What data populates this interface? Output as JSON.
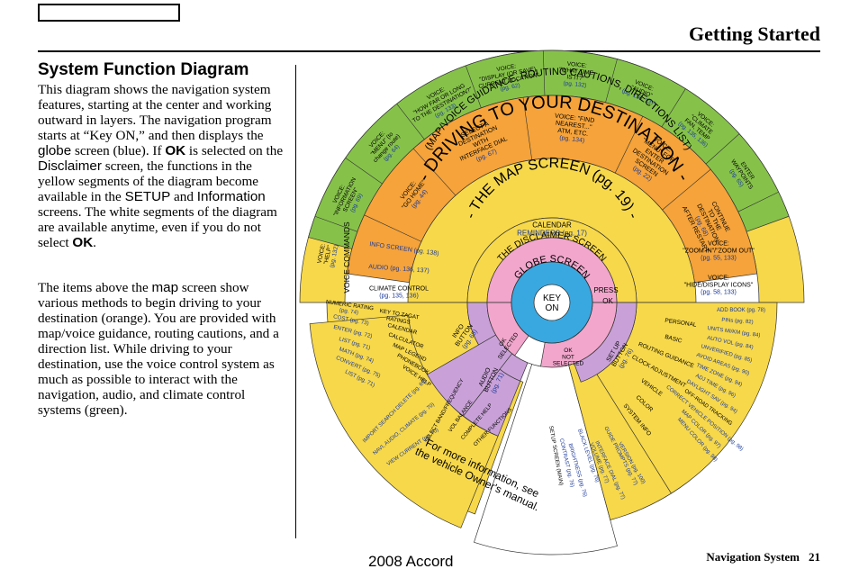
{
  "header": {
    "title": "Getting Started"
  },
  "section": {
    "heading": "System Function Diagram"
  },
  "p1": {
    "a": "This diagram shows the navigation system features, starting at the center and working outward in layers. The navigation program starts at “Key ON,” and then displays the ",
    "globe": "globe",
    "b": " screen (blue). If ",
    "ok": "OK",
    "c": " is selected on the ",
    "disclaimer": "Disclaimer",
    "d": " screen, the functions in the yellow segments of the diagram become available in the ",
    "setup": "SETUP",
    "e": " and ",
    "information": "Information",
    "f": " screens. The white segments of the diagram are available anytime, even if you do not select ",
    "ok2": "OK",
    "g": "."
  },
  "p2": {
    "a": "The items above the ",
    "map": "map",
    "b": " screen show various methods to begin driving to your destination (orange). You are provided with map/voice guidance, routing cautions, and a direction list. While driving to your destination, use the voice control system as much as possible to interact with the navigation, audio, and climate control systems (green)."
  },
  "diagram": {
    "center": [
      "KEY",
      "ON"
    ],
    "globe": "GLOBE SCREEN",
    "disclaimer": "THE DISCLAIMER SCREEN",
    "disclaimer_pg": "(pg. 17)",
    "press": "PRESS",
    "ok": "OK",
    "map": "- THE MAP SCREEN (pg. 19) -",
    "calendar": [
      "CALENDAR",
      "REMINDERS (pg. 17)"
    ],
    "driving": "- DRIVING TO YOUR DESTINATION -",
    "driving_sub": "(MAP/VOICE GUIDANCE, ROUTING CAUTIONS, DIRECTIONS LIST)",
    "voice_commands": "VOICE COMMANDS",
    "info_screen": "INFO SCREEN (pg. 138)",
    "audio": "AUDIO (pg. 136, 137)",
    "climate": [
      "CLIMATE CONTROL",
      "(pg. 135, 136)"
    ],
    "info_button": [
      "INFO",
      "BUTTON",
      "(pg. 68)"
    ],
    "ok_selected": [
      "OK",
      "SELECTED"
    ],
    "audio_button": [
      "AUDIO",
      "BUTTON",
      "(pg. 71)"
    ],
    "ok_not_selected": [
      "OK",
      "NOT",
      "SELECTED"
    ],
    "setup_button": [
      "SET UP",
      "BUTTON",
      "(pg. 76)"
    ],
    "more_info": [
      "For more information, see",
      "the vehicle Owner's manual."
    ],
    "orange_items": [
      [
        "VOICE:",
        "\"GO HOME\"",
        "(pg. 44)"
      ],
      [
        "SELECT A",
        "DESTINATION",
        "WITH",
        "INTERFACE DIAL",
        "(pg. 67)"
      ],
      [
        "VOICE: \"FIND",
        "NEAREST...\"",
        "ATM, ETC.",
        "(pg. 134)"
      ],
      [
        "VOICE:",
        "\"MENU\" FOR",
        "ENTER",
        "DESTINATION",
        "SCREEN",
        "(pg. 22)"
      ],
      [
        "CONTINUE",
        "TO THE",
        "DESTINATION",
        "(pg. 68)",
        "AFTER RESTART"
      ]
    ],
    "green_items": [
      [
        "VOICE:",
        "\"HELP\"",
        "(pg. 132)"
      ],
      [
        "VOICE:",
        "\"INFORMATION",
        "SCREEN\"",
        "(pg. 69)"
      ],
      [
        "VOICE:",
        "\"MENU\" (to",
        "change route)",
        "(pg. 64)"
      ],
      [
        "VOICE:",
        "\"HOW FAR OR LONG",
        "TO THE DESTINATION?\"",
        "(pg. 133)"
      ],
      [
        "VOICE:",
        "\"DISPLAY (OR SAVE)",
        "CURRENT LOCATION\"",
        "(pg. 62)"
      ],
      [
        "VOICE:",
        "\"WHAT TIME",
        "IS IT?\"",
        "(pg. 132)"
      ],
      [
        "VOICE:",
        "\"AUDIO\"",
        "(pg. 136, 137)"
      ],
      [
        "VOICE:",
        "\"CLIMATE",
        "FAN, TEMP",
        "(pg. 135, 136)"
      ],
      [
        "ENTER",
        "WAYPOINTS",
        "(pg. 65)"
      ]
    ],
    "zoom": [
      "VOICE:",
      "\"ZOOM IN\"/\"ZOOM OUT\"",
      "(pg. 55, 133)"
    ],
    "hide": [
      "VOICE:",
      "\"HIDE/DISPLAY ICONS\"",
      "(pg. 58, 133)"
    ],
    "info_left": [
      [
        "NUMERIC RATING",
        "(pg. 74)"
      ],
      [
        "COST (pg. 73)"
      ],
      [
        "ENTER (pg. 72)"
      ],
      [
        "LIST (pg. 71)"
      ],
      [
        "MATH (pg. 74)"
      ],
      [
        "CONVERT (pg. 75)"
      ],
      [
        "LIST (pg. 71)"
      ]
    ],
    "info_right": [
      [
        "KEY TO ZAGAT",
        "RATINGS"
      ],
      [
        "CALENDAR"
      ],
      [
        "CALCULATOR"
      ],
      [
        "MAP LEGEND"
      ],
      [
        "PHONEBOOK"
      ],
      [
        "VOICE HELP"
      ]
    ],
    "info_outer": [
      "IMPORT SEARCH DELETE (pg. 69)",
      "NAVI, AUDIO, CLIMATE (pg. 70)",
      "VIEW CURRENT (pg. 70)"
    ],
    "audio_items": [
      "SELECT BAND/FREQUENCY",
      "VOL BALANCE",
      "COMPLETE HELP",
      "OTHER FUNCTIONS"
    ],
    "setup_items": [
      "SETUP SCREEN (MAIN)",
      "CONTRAST (pg. 76)",
      "BRIGHTNESS (pg. 76)",
      "BLACK LEVEL (pg. 76)",
      "VOLUME (pg. 77)",
      "INTERFACE DIAL (pg. 77)",
      "GUIDE PROMPTS (pg. 77)",
      "VERSION (pg. 100)"
    ],
    "setup_yellow": [
      "SYSTEM INFO",
      "COLOR",
      "VEHICLE",
      "CLOCK ADJUSTMENT",
      "ROUTING GUIDANCE",
      "BASIC",
      "PERSONAL"
    ],
    "setup_right": [
      "ADD BOOK (pg. 78)",
      "PINs (pg. 82)",
      "UNITS MI/KM (pg. 84)",
      "AUTO VOL (pg. 84)",
      "UNVERIFIED (pg. 85)",
      "AVOID AREAS (pg. 90)",
      "TIME ZONE (pg. 94)",
      "ADJ TIME (pg. 96)",
      "DAYLIGHT SAV (pg. 94)",
      "OFF-ROAD TRACKING",
      "CORRECT VEHICLE POSITION (pg. 98)",
      "MAP COLOR (pg. 97)",
      "MENU COLOR (pg. 98)"
    ]
  },
  "colors": {
    "yellow": "#F7D84A",
    "orange": "#F5A33A",
    "green": "#86C24A",
    "pink": "#F2A6CC",
    "blue": "#3AA8E0",
    "purple": "#C9A1D8",
    "white": "#FFFFFF"
  },
  "footer": {
    "model": "2008  Accord",
    "label": "Navigation System",
    "page": "21"
  }
}
